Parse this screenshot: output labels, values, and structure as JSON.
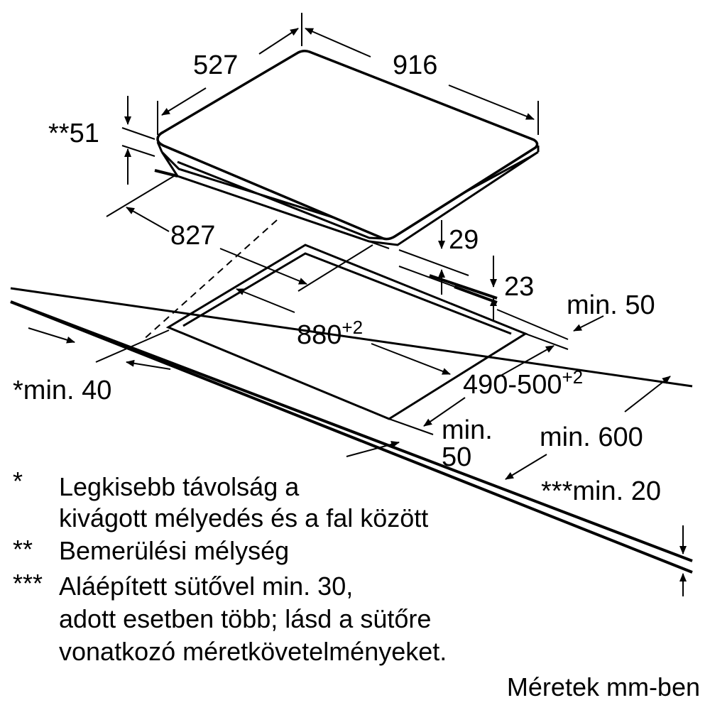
{
  "dimensions": {
    "depth": "527",
    "width": "916",
    "installation_depth": "**51",
    "bottom_width": "827",
    "offset_29": "29",
    "offset_23": "23",
    "wall_distance": "min. 50",
    "cutout_width": "880",
    "cutout_width_tol": "+2",
    "cutout_depth": "490-500",
    "cutout_depth_tol": "+2",
    "front_edge_min": "*min. 40",
    "front_min_a": "min.",
    "front_min_b": "50",
    "worktop_depth": "min. 600",
    "worktop_thickness": "***min. 20"
  },
  "notes": [
    {
      "mark": "*",
      "lines": [
        "Legkisebb távolság a",
        "kivágott mélyedés és a fal között"
      ]
    },
    {
      "mark": "**",
      "lines": [
        "Bemerülési mélység"
      ]
    },
    {
      "mark": "***",
      "lines": [
        "Aláépített sütővel min. 30,",
        "adott esetben több; lásd a sütőre",
        "vonatkozó méretkövetelményeket."
      ]
    }
  ],
  "footer": "Méretek mm-ben"
}
